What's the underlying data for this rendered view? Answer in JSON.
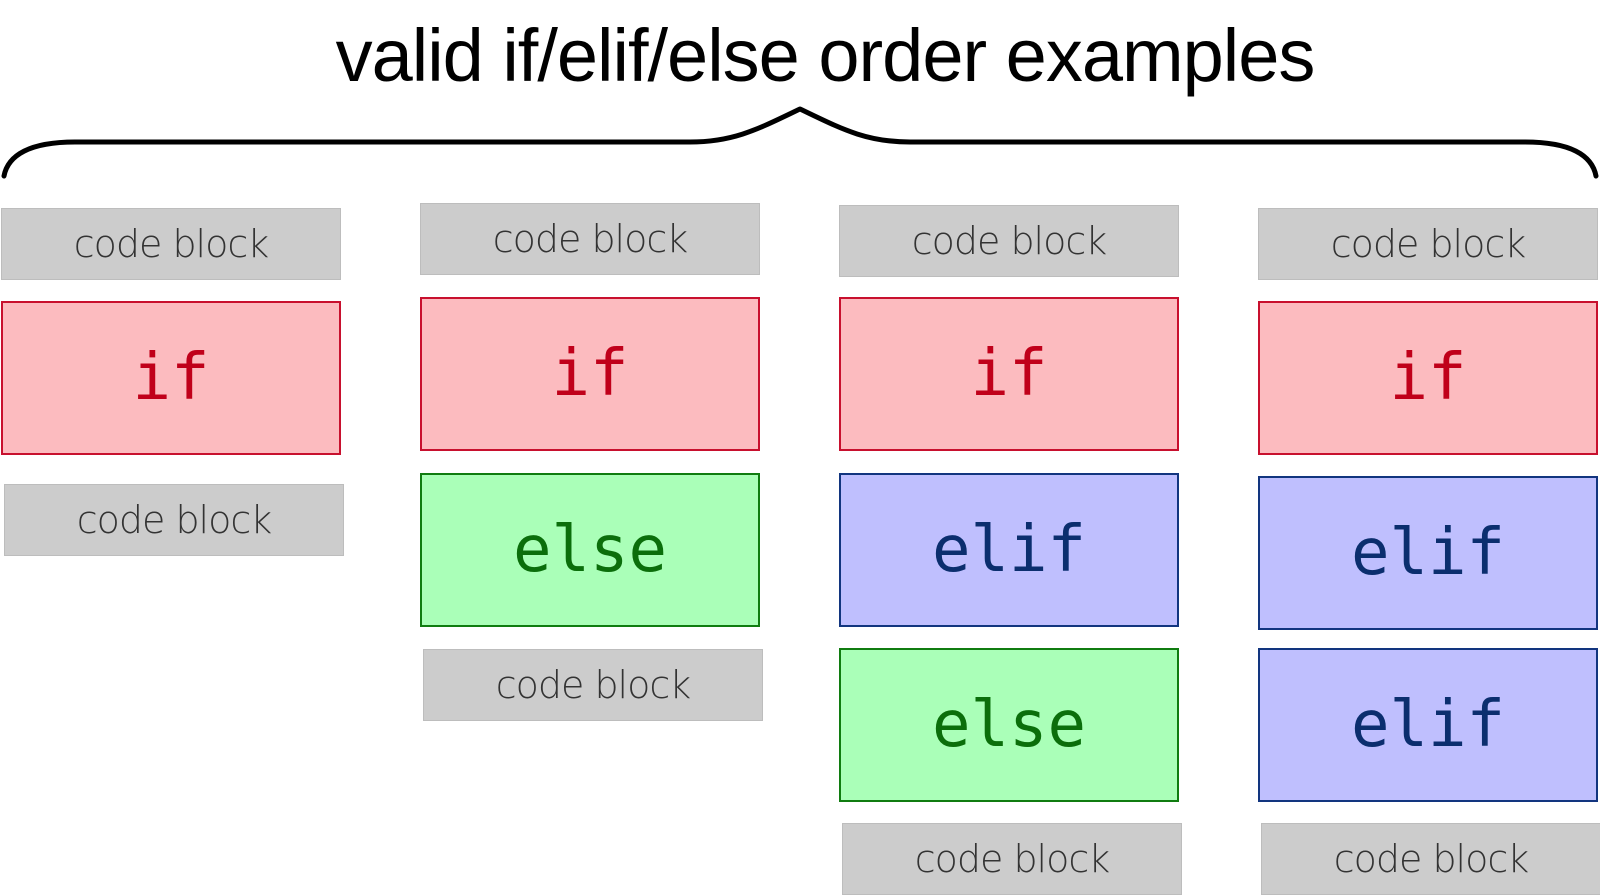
{
  "title": "valid if/elif/else order examples",
  "labels": {
    "code_block": "code block",
    "if": "if",
    "elif": "elif",
    "else": "else"
  },
  "columns": [
    {
      "blocks": [
        "code block",
        "if",
        "code block"
      ]
    },
    {
      "blocks": [
        "code block",
        "if",
        "else",
        "code block"
      ]
    },
    {
      "blocks": [
        "code block",
        "if",
        "elif",
        "else",
        "code block"
      ]
    },
    {
      "blocks": [
        "code block",
        "if",
        "elif",
        "elif",
        "code block"
      ]
    }
  ],
  "colors": {
    "if_fill": "#fcbbbf",
    "if_border": "#c8102e",
    "if_text": "#c0001a",
    "else_fill": "#aaffb8",
    "else_border": "#107c10",
    "else_text": "#0b6e0b",
    "elif_fill": "#bfbffe",
    "elif_border": "#12357f",
    "elif_text": "#0b2e6e",
    "code_block_fill": "#cccccc"
  }
}
